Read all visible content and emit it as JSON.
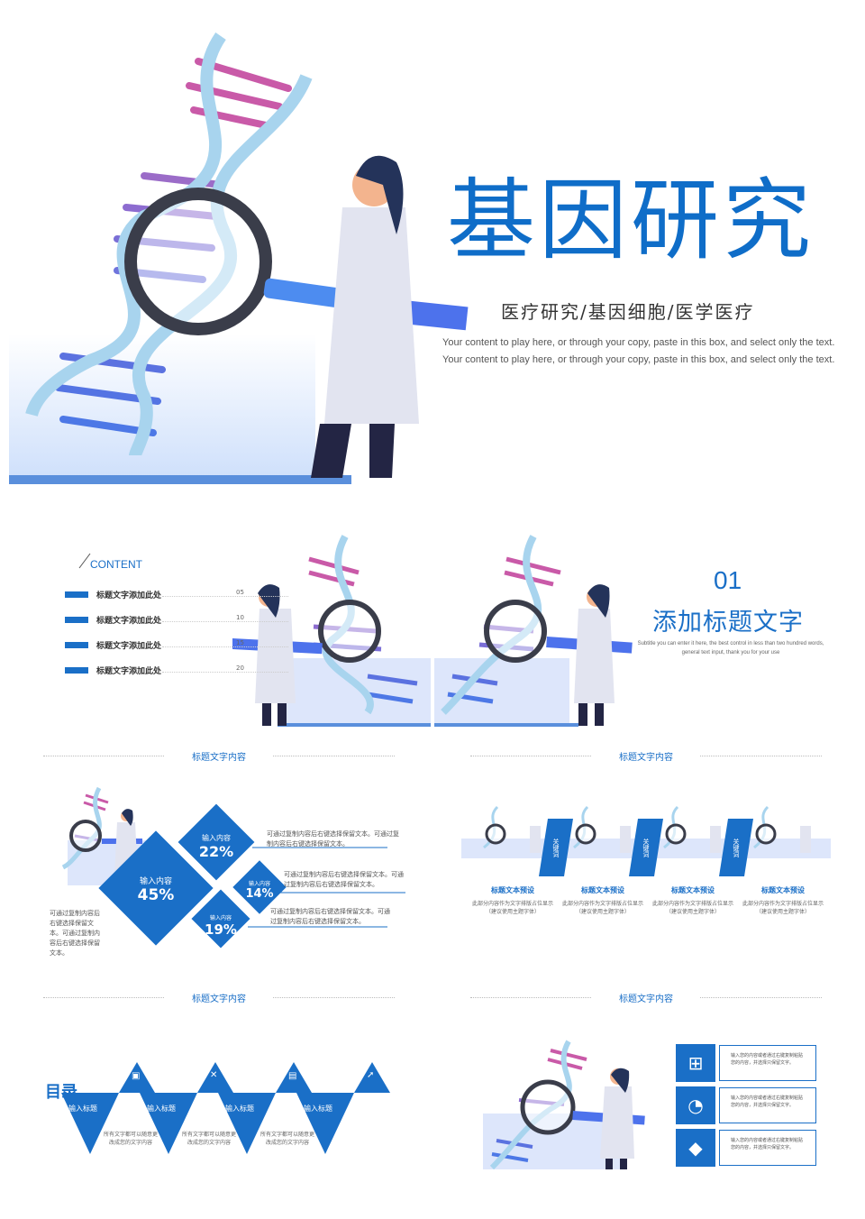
{
  "hero": {
    "title": "基因研究",
    "subtitle": "医疗研究/基因细胞/医学医疗",
    "line1": "Your content to play here, or through your copy, paste in this box, and select only the text.",
    "line2": "Your content to play here, or through your copy, paste in this box, and select only the text."
  },
  "toc": {
    "title": "目录",
    "subtitle": "CONTENT",
    "items": [
      {
        "label": "标题文字添加此处",
        "num": "05"
      },
      {
        "label": "标题文字添加此处",
        "num": "10"
      },
      {
        "label": "标题文字添加此处",
        "num": "15"
      },
      {
        "label": "标题文字添加此处",
        "num": "20"
      }
    ]
  },
  "section": {
    "number": "01",
    "title": "添加标题文字",
    "desc1": "Subtitle you can enter it here, the best control in less than two hundred words,",
    "desc2": "general text input, thank you for your use"
  },
  "slide_heading": "标题文字内容",
  "diamonds": {
    "big": {
      "label": "输入内容",
      "value": "45%"
    },
    "top": {
      "label": "输入内容",
      "value": "22%"
    },
    "right": {
      "label": "输入内容",
      "value": "14%"
    },
    "bottom": {
      "label": "输入内容",
      "value": "19%"
    },
    "text_top": "可通过复制内容后右键选择保留文本。可通过复制内容后右键选择保留文本。",
    "text_mid": "可通过复制内容后右键选择保留文本。可通过复制内容后右键选择保留文本。",
    "text_low": "可通过复制内容后右键选择保留文本。可通过复制内容后右键选择保留文本。",
    "text_left": "可通过复制内容后右键选择保留文本。可通过复制内容后右键选择保留文本。"
  },
  "keywords": {
    "tag": "关键词",
    "items": [
      {
        "title": "标题文本预设",
        "desc": "此部分内容作为文字排版占位显示（建议使用主题字体）"
      },
      {
        "title": "标题文本预设",
        "desc": "此部分内容作为文字排版占位显示（建议使用主题字体）"
      },
      {
        "title": "标题文本预设",
        "desc": "此部分内容作为文字排版占位显示（建议使用主题字体）"
      },
      {
        "title": "标题文本预设",
        "desc": "此部分内容作为文字排版占位显示（建议使用主题字体）"
      }
    ]
  },
  "triangles": {
    "items": [
      {
        "label": "输入标题",
        "icon": "briefcase-icon",
        "desc": "所有文字都可以随意更改成您的文字内容"
      },
      {
        "label": "输入标题",
        "icon": "tools-icon",
        "desc": "所有文字都可以随意更改成您的文字内容"
      },
      {
        "label": "输入标题",
        "icon": "wallet-icon",
        "desc": "所有文字都可以随意更改成您的文字内容"
      },
      {
        "label": "输入标题",
        "icon": "rocket-icon",
        "desc": ""
      }
    ]
  },
  "iconlist": {
    "items": [
      {
        "icon": "map-icon",
        "text": "输入您的内容或者通过右键复制粘贴您的内容，并选择只保留文字。"
      },
      {
        "icon": "gauge-icon",
        "text": "输入您的内容或者通过右键复制粘贴您的内容，并选择只保留文字。"
      },
      {
        "icon": "graduation-cap-icon",
        "text": "输入您的内容或者通过右键复制粘贴您的内容，并选择只保留文字。"
      }
    ]
  },
  "colors": {
    "brand": "#1a6fc7",
    "pink": "#c95aa8",
    "light_blue": "#a8d4ee"
  }
}
